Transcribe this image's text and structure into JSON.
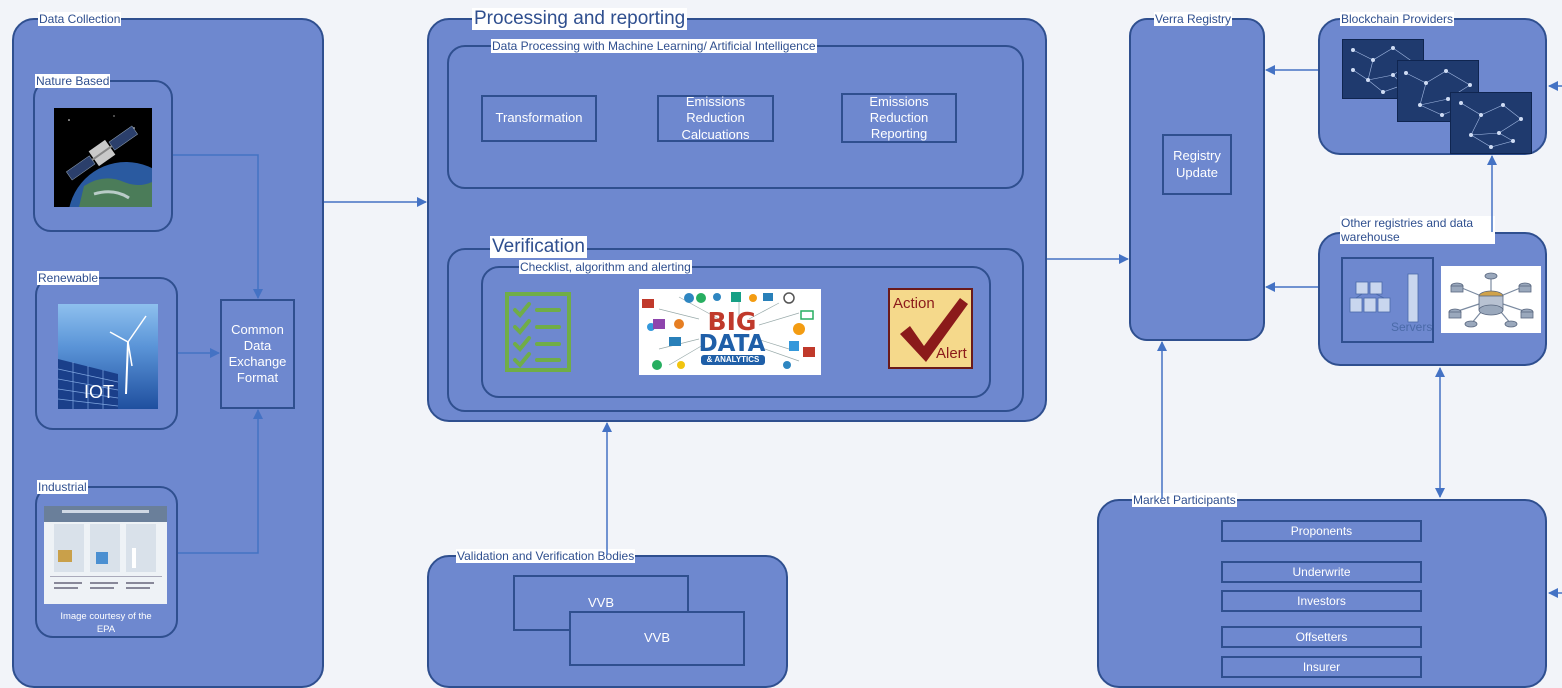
{
  "data_collection": {
    "title": "Data Collection",
    "nature": {
      "title": "Nature Based"
    },
    "renewable": {
      "title": "Renewable",
      "caption": "IOT"
    },
    "industrial": {
      "title": "Industrial",
      "caption": "Image courtesy of the EPA"
    },
    "common_format": "Common Data Exchange Format"
  },
  "processing": {
    "title": "Processing and reporting",
    "ml": {
      "title": "Data Processing with Machine Learning/ Artificial Intelligence",
      "steps": [
        "Transformation",
        "Emissions Reduction Calcuations",
        "Emissions Reduction Reporting"
      ]
    },
    "verification": {
      "title": "Verification",
      "subtitle": "Checklist, algorithm and alerting",
      "big_data": {
        "line1": "BIG",
        "line2": "DATA",
        "line3": "& ANALYTICS"
      },
      "alert": {
        "word1": "Action",
        "word2": "Alert"
      }
    }
  },
  "vvb": {
    "title": "Validation and Verification Bodies",
    "items": [
      "VVB",
      "VVB"
    ]
  },
  "verra": {
    "title": "Verra Registry",
    "update": "Registry Update"
  },
  "blockchain": {
    "title": "Blockchain Providers"
  },
  "other_registries": {
    "title": "Other registries and data warehouse",
    "servers": "Servers"
  },
  "market": {
    "title": "Market Participants",
    "items": [
      "Proponents",
      "Underwrite",
      "Investors",
      "Offsetters",
      "Insurer"
    ]
  },
  "colors": {
    "box_fill": "#6e88cf",
    "border": "#2f4f8f",
    "arrow": "#4472c4",
    "background": "#f2f4f9"
  }
}
